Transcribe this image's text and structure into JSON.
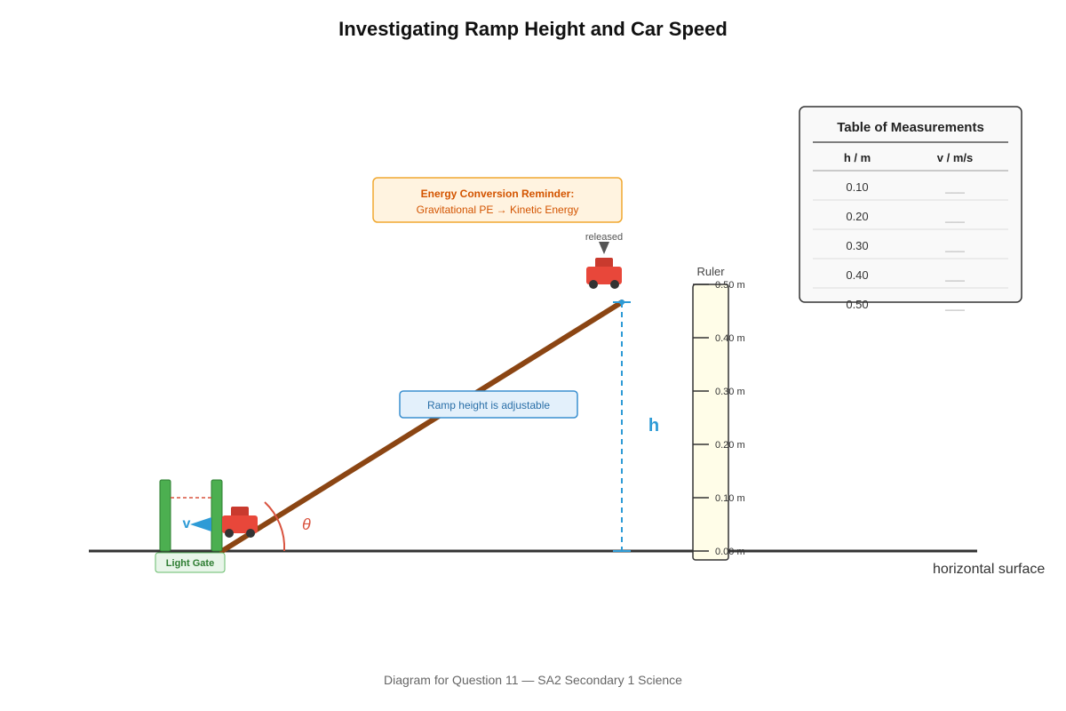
{
  "title": "Investigating Ramp Height and Car Speed",
  "footer": "Diagram for Question 11 — SA2 Secondary 1 Science",
  "surface_label": "horizontal surface",
  "light_gate_label": "Light Gate",
  "velocity_symbol": "v",
  "angle_symbol": "θ",
  "height_symbol": "h",
  "released_label": "released",
  "ramp_note": "Ramp height is adjustable",
  "energy_box": {
    "heading": "Energy Conversion Reminder:",
    "text": "Gravitational PE → Kinetic Energy"
  },
  "ruler": {
    "label": "Ruler",
    "ticks": [
      "0.00 m",
      "0.10 m",
      "0.20 m",
      "0.30 m",
      "0.40 m",
      "0.50 m"
    ]
  },
  "table": {
    "title": "Table of Measurements",
    "headers": [
      "h / m",
      "v / m/s"
    ],
    "rows": [
      [
        "0.10",
        "___"
      ],
      [
        "0.20",
        "___"
      ],
      [
        "0.30",
        "___"
      ],
      [
        "0.40",
        "___"
      ],
      [
        "0.50",
        "___"
      ]
    ]
  },
  "colors": {
    "ramp": "#8b4513",
    "car": "#e8473a",
    "car_top": "#c93a2e",
    "gate": "#4caf50",
    "height_line": "#2e9bd6",
    "angle": "#d9533f",
    "energy_border": "#f0a830",
    "energy_fill": "#fff3e0",
    "energy_text": "#d35400",
    "note_border": "#3a8fd0",
    "note_fill": "#e3f0fb",
    "note_text": "#2a6fa8",
    "ruler_fill": "#fffde8"
  }
}
